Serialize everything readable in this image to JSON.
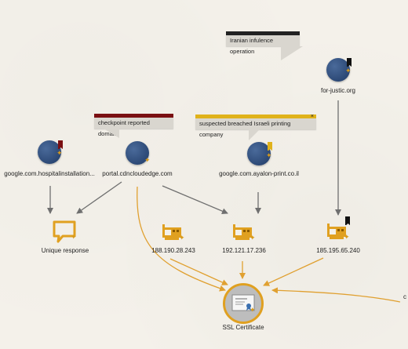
{
  "nodes": {
    "for_justic": {
      "label": "for-justic.org",
      "icon": "globe-icon",
      "flag": "#111111"
    },
    "google_hospital": {
      "label": "google.com.hospitalinstallation...",
      "icon": "globe-icon",
      "flag": "#7a0f12"
    },
    "portal": {
      "label": "portal.cdncloudedge.com",
      "icon": "globe-icon"
    },
    "ayalon": {
      "label": "google.com.ayalon-print.co.il",
      "icon": "globe-icon",
      "flag": "#e0b21a"
    },
    "unique": {
      "label": "Unique response",
      "icon": "speech-bubble-icon"
    },
    "ip1": {
      "label": "188.190.28.243",
      "icon": "network-card-icon"
    },
    "ip2": {
      "label": "192.121.17.236",
      "icon": "network-card-icon"
    },
    "ip3": {
      "label": "185.195.65.240",
      "icon": "network-card-icon",
      "flag": "#111111"
    },
    "ssl": {
      "label": "SSL Certificate",
      "icon": "certificate-icon"
    }
  },
  "callouts": {
    "iranian": {
      "text": "Iranian infulence operation",
      "bar_color": "#222222"
    },
    "checkpoint": {
      "text": "checkpoint reported domain",
      "bar_color": "#7a0f12"
    },
    "breached": {
      "text": "suspected breached Israeli printing company",
      "bar_color": "#e0b21a",
      "close": "×"
    }
  },
  "colors": {
    "gray_edge": "#6f6f6f",
    "orange_edge": "#e0a030",
    "accent_orange": "#d89a1b"
  },
  "offscreen_label": "c"
}
